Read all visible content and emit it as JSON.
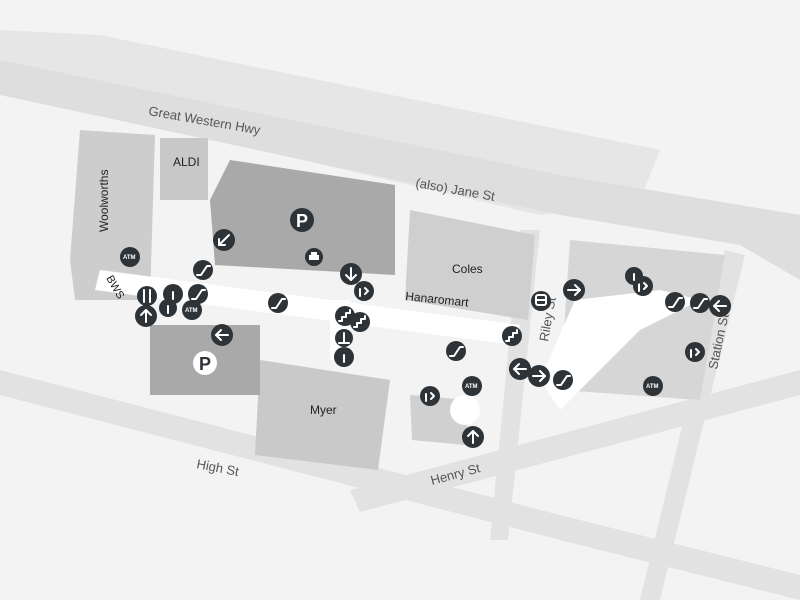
{
  "streets": {
    "great_western_hwy": "Great Western Hwy",
    "jane_st": "(also) Jane St",
    "high_st": "High St",
    "henry_st": "Henry St",
    "riley_st": "Riley St",
    "station_st": "Station St"
  },
  "stores": {
    "woolworths": "Woolworths",
    "aldi": "ALDI",
    "coles": "Coles",
    "hanaromart": "Hanaromart",
    "myer": "Myer",
    "bws": "BWS"
  },
  "icons": {
    "atm_label": "ATM",
    "parking_label": "P",
    "colors": {
      "marker": "#2e3338",
      "building": "#c9c9c9",
      "road": "#e4e4e4",
      "mall": "#ffffff"
    }
  }
}
